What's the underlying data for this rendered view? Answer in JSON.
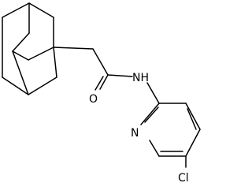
{
  "molecule": {
    "atoms": {
      "oxygen": "O",
      "amide_nitrogen": "NH",
      "ring_nitrogen": "N",
      "chlorine": "Cl"
    }
  }
}
